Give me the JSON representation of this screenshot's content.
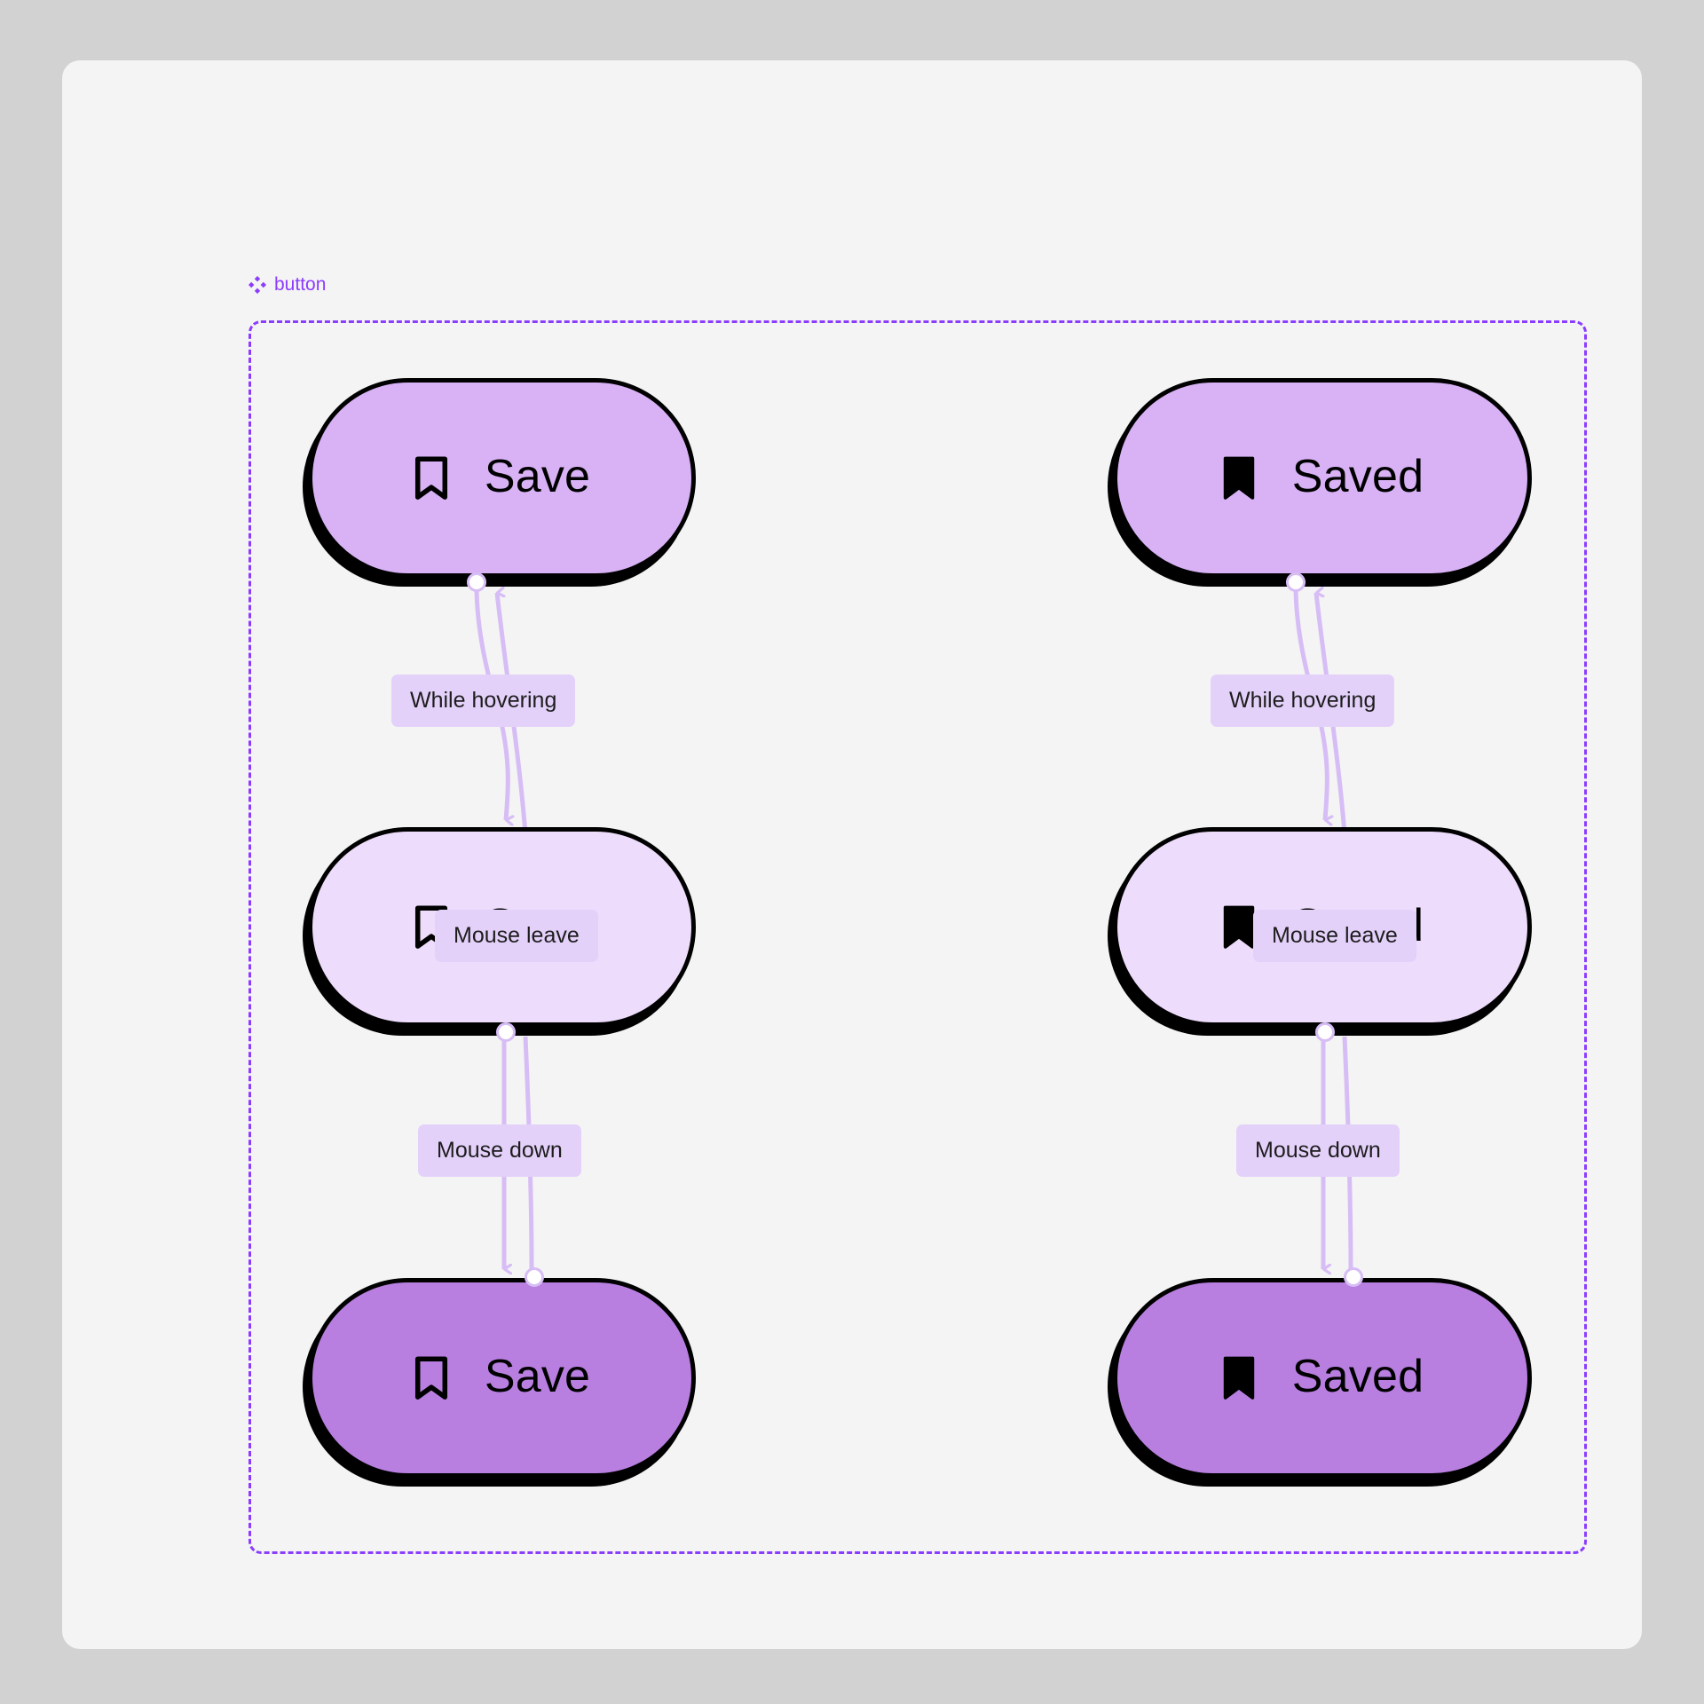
{
  "canvas": {
    "background_color": "#f4f4f4",
    "page_background_color": "#d2d2d2"
  },
  "component_set": {
    "label": "button",
    "icon": "component-set-diamond-icon",
    "accent_color": "#8b3dff",
    "border_style": "dashed"
  },
  "theme": {
    "default_fill": "#d8b2f5",
    "hover_fill": "#eddcfb",
    "pressed_fill": "#b87fe0",
    "stroke": "#000000",
    "label_chip_fill": "#e4d1fa",
    "wire_color": "#d7bdf5"
  },
  "variants": [
    {
      "column": "left",
      "property": "Save",
      "states": [
        {
          "state": "default",
          "label": "Save",
          "icon": "bookmark-outline-icon",
          "fill": "#d8b2f5"
        },
        {
          "state": "hover",
          "label": "Save",
          "icon": "bookmark-outline-icon",
          "fill": "#eddcfb"
        },
        {
          "state": "pressed",
          "label": "Save",
          "icon": "bookmark-outline-icon",
          "fill": "#b87fe0"
        }
      ]
    },
    {
      "column": "right",
      "property": "Saved",
      "states": [
        {
          "state": "default",
          "label": "Saved",
          "icon": "bookmark-filled-icon",
          "fill": "#d8b2f5"
        },
        {
          "state": "hover",
          "label": "Saved",
          "icon": "bookmark-filled-icon",
          "fill": "#eddcfb"
        },
        {
          "state": "pressed",
          "label": "Saved",
          "icon": "bookmark-filled-icon",
          "fill": "#b87fe0"
        }
      ]
    }
  ],
  "interactions": [
    {
      "id": "left-hover",
      "column": "left",
      "from": "default",
      "to": "hover",
      "trigger": "While hovering"
    },
    {
      "id": "left-leave",
      "column": "left",
      "from": "hover",
      "to": "default",
      "trigger": "Mouse leave"
    },
    {
      "id": "left-down",
      "column": "left",
      "from": "hover",
      "to": "pressed",
      "trigger": "Mouse down"
    },
    {
      "id": "right-hover",
      "column": "right",
      "from": "default",
      "to": "hover",
      "trigger": "While hovering"
    },
    {
      "id": "right-leave",
      "column": "right",
      "from": "hover",
      "to": "default",
      "trigger": "Mouse leave"
    },
    {
      "id": "right-down",
      "column": "right",
      "from": "hover",
      "to": "pressed",
      "trigger": "Mouse down"
    }
  ]
}
